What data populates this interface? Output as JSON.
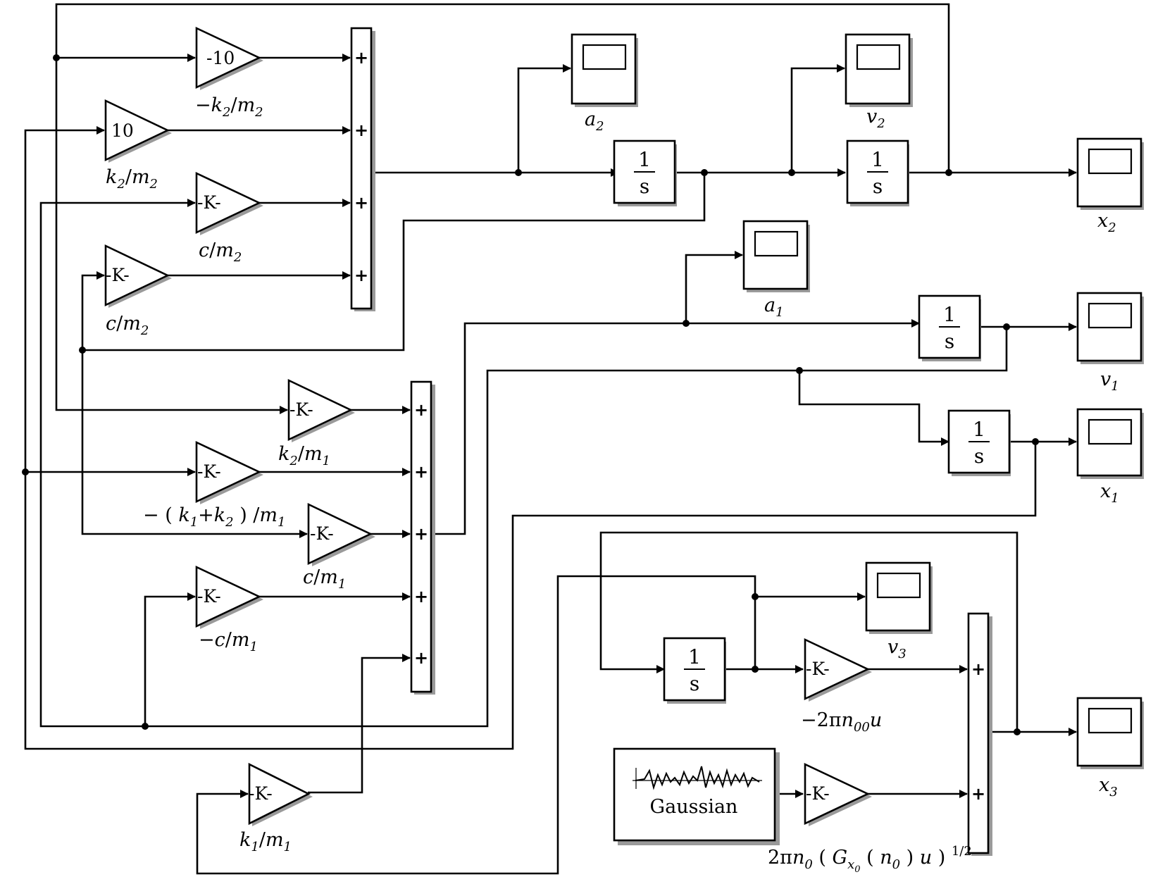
{
  "gains": {
    "g_top": "-10",
    "g_10": "10",
    "k": "-K-"
  },
  "integrator": {
    "num": "1",
    "den": "s"
  },
  "gaussian_label": "Gaussian",
  "sum_sign": "+",
  "labels": {
    "neg_k2_m2": {
      "pre": "−",
      "a": "k",
      "a_sub": "2",
      "mid": "/",
      "b": "m",
      "b_sub": "2"
    },
    "k2_m2": {
      "a": "k",
      "a_sub": "2",
      "mid": "/",
      "b": "m",
      "b_sub": "2"
    },
    "c_m2_a": {
      "a": "c",
      "mid": "/",
      "b": "m",
      "b_sub": "2"
    },
    "c_m2_b": {
      "a": "c",
      "mid": "/",
      "b": "m",
      "b_sub": "2"
    },
    "k2_m1": {
      "a": "k",
      "a_sub": "2",
      "mid": "/",
      "b": "m",
      "b_sub": "1"
    },
    "neg_k1k2_m1": {
      "pre": "− ( ",
      "a": "k",
      "a_sub": "1",
      "plus": "+",
      "c": "k",
      "c_sub": "2",
      "close": " ) /",
      "b": "m",
      "b_sub": "1"
    },
    "c_m1": {
      "a": "c",
      "mid": "/",
      "b": "m",
      "b_sub": "1"
    },
    "neg_c_m1": {
      "pre": "−",
      "a": "c",
      "mid": "/",
      "b": "m",
      "b_sub": "1"
    },
    "k1_m1": {
      "a": "k",
      "a_sub": "1",
      "mid": "/",
      "b": "m",
      "b_sub": "1"
    },
    "neg_2pi_n00_u": {
      "pre": "−2π",
      "a": "n",
      "a_sub": "00",
      "b": "u"
    },
    "two_pi_n0_G": {
      "pre": "2π",
      "a": "n",
      "a_sub": "0",
      "open": " ( ",
      "g": "G",
      "g_sub": "x",
      "g_subsub": "0",
      "open2": " ( ",
      "n": "n",
      "n_sub": "0",
      "close2": " ) ",
      "u": "u",
      "close": " ) ",
      "exp": "1/2"
    }
  },
  "scopes": {
    "a2": {
      "v": "a",
      "s": "2"
    },
    "v2": {
      "v": "v",
      "s": "2"
    },
    "x2": {
      "v": "x",
      "s": "2"
    },
    "a1": {
      "v": "a",
      "s": "1"
    },
    "v1": {
      "v": "v",
      "s": "1"
    },
    "x1": {
      "v": "x",
      "s": "1"
    },
    "v3": {
      "v": "v",
      "s": "3"
    },
    "x3": {
      "v": "x",
      "s": "3"
    }
  }
}
